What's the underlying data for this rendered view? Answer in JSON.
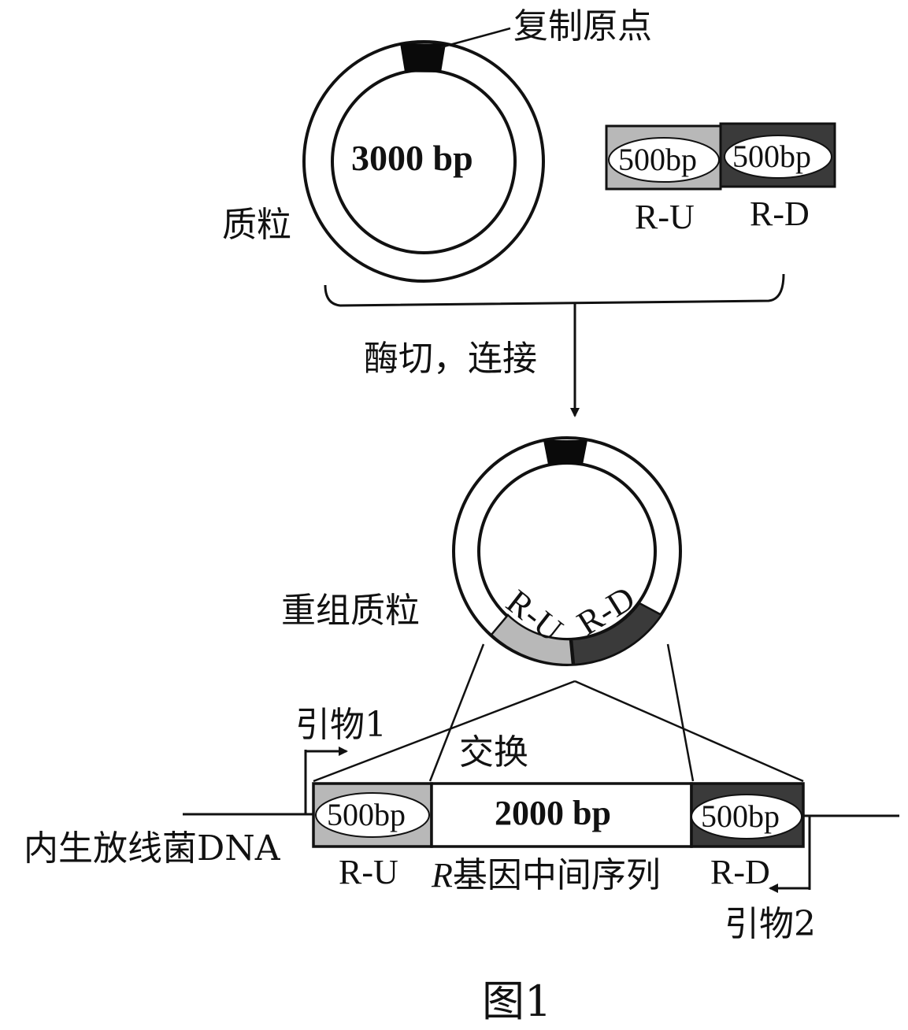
{
  "labels": {
    "origin": "复制原点",
    "plasmid_size": "3000 bp",
    "plasmid": "质粒",
    "ru_size": "500bp",
    "rd_size": "500bp",
    "ru": "R-U",
    "rd": "R-D",
    "enzyme_step": "酶切，连接",
    "recombinant_plasmid": "重组质粒",
    "ring_ru": "R-U",
    "ring_rd": "R-D",
    "primer1": "引物1",
    "exchange": "交换",
    "chrom_ru_size": "500bp",
    "middle_size": "2000 bp",
    "chrom_rd_size": "500bp",
    "endogenous_dna": "内生放线菌DNA",
    "chrom_ru": "R-U",
    "r_italic": "R",
    "middle_label": "基因中间序列",
    "chrom_rd": "R-D",
    "primer2": "引物2",
    "figure": "图1"
  },
  "colors": {
    "ink": "#111111",
    "ru_fill": "#b8b8b8",
    "rd_fill": "#3a3a3a",
    "origin_fill": "#0a0a0a"
  }
}
